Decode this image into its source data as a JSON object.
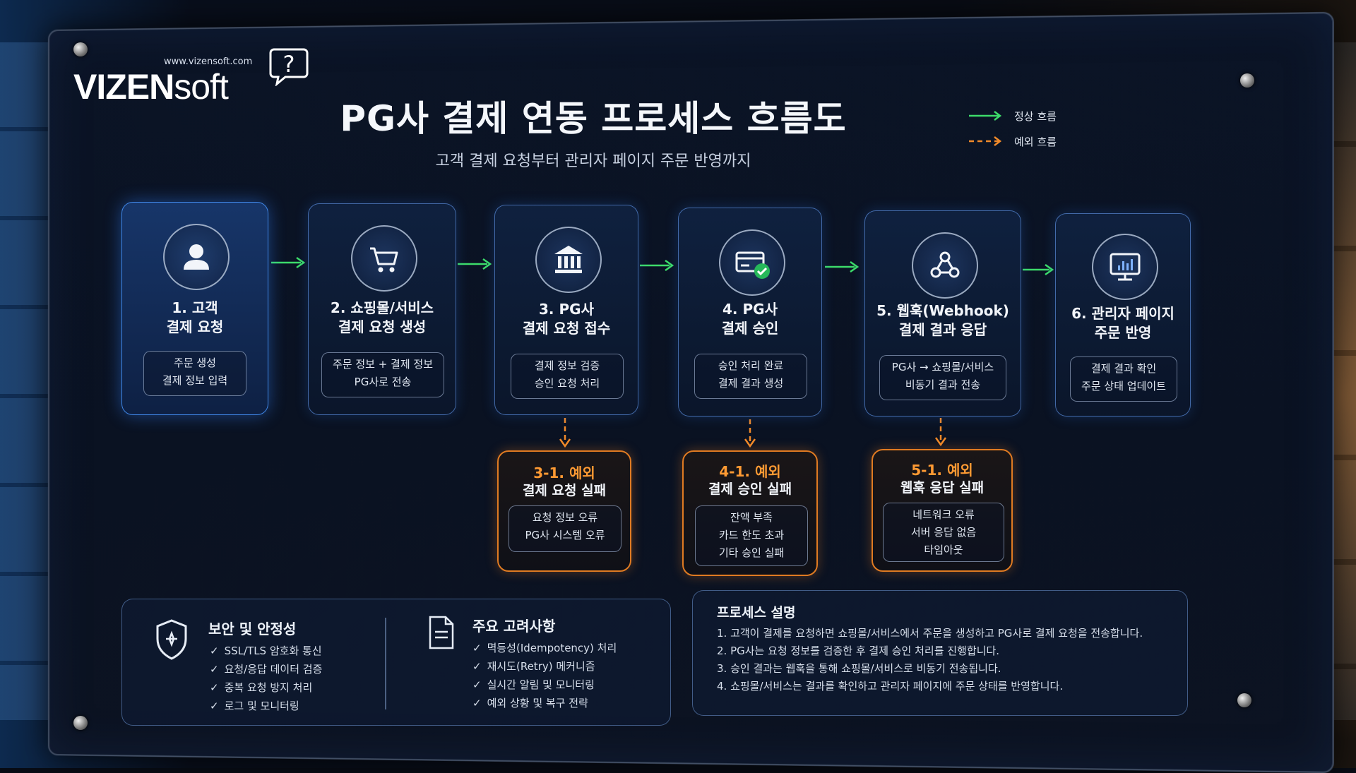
{
  "logo": {
    "url": "www.vizensoft.com",
    "word_bold": "VIZEN",
    "word_light": "soft",
    "bubble": "?"
  },
  "title": "PG사 결제 연동 프로세스 흐름도",
  "subtitle": "고객 결제 요청부터 관리자 페이지 주문 반영까지",
  "legend": {
    "normal": "정상 흐름",
    "exception": "예외 흐름",
    "normal_color": "#3ddc6a",
    "exception_color": "#f08a2a"
  },
  "steps": [
    {
      "title1": "1. 고객",
      "title2": "결제 요청",
      "icon": "user-icon",
      "line1": "주문 생성",
      "line2": "결제 정보 입력"
    },
    {
      "title1": "2. 쇼핑몰/서비스",
      "title2": "결제 요청 생성",
      "icon": "cart-icon",
      "line1": "주문 정보 + 결제 정보",
      "line2": "PG사로 전송"
    },
    {
      "title1": "3. PG사",
      "title2": "결제 요청 접수",
      "icon": "bank-icon",
      "line1": "결제 정보 검증",
      "line2": "승인 요청 처리"
    },
    {
      "title1": "4. PG사",
      "title2": "결제 승인",
      "icon": "card-check-icon",
      "line1": "승인 처리 완료",
      "line2": "결제 결과 생성"
    },
    {
      "title1": "5. 웹훅(Webhook)",
      "title2": "결제 결과 응답",
      "icon": "webhook-icon",
      "line1": "PG사 → 쇼핑몰/서비스",
      "line2": "비동기 결과 전송"
    },
    {
      "title1": "6. 관리자 페이지",
      "title2": "주문 반영",
      "icon": "monitor-chart-icon",
      "line1": "결제 결과 확인",
      "line2": "주문 상태 업데이트"
    }
  ],
  "exceptions": [
    {
      "num": "3-1. 예외",
      "title": "결제 요청 실패",
      "lines": [
        "요청 정보 오류",
        "PG사 시스템 오류"
      ]
    },
    {
      "num": "4-1. 예외",
      "title": "결제 승인 실패",
      "lines": [
        "잔액 부족",
        "카드 한도 초과",
        "기타 승인 실패"
      ]
    },
    {
      "num": "5-1. 예외",
      "title": "웹훅 응답 실패",
      "lines": [
        "네트워크 오류",
        "서버 응답 없음",
        "타임아웃"
      ]
    }
  ],
  "security": {
    "title": "보안 및 안정성",
    "items": [
      "SSL/TLS 암호화 통신",
      "요청/응답 데이터 검증",
      "중복 요청 방지 처리",
      "로그 및 모니터링"
    ]
  },
  "considerations": {
    "title": "주요 고려사항",
    "items": [
      "멱등성(Idempotency) 처리",
      "재시도(Retry) 메커니즘",
      "실시간 알림 및 모니터링",
      "예외 상황 및 복구 전략"
    ]
  },
  "process": {
    "title": "프로세스 설명",
    "items": [
      "1.  고객이 결제를 요청하면 쇼핑몰/서비스에서 주문을 생성하고 PG사로 결제 요청을 전송합니다.",
      "2.  PG사는 요청 정보를 검증한 후 결제 승인 처리를 진행합니다.",
      "3.  승인 결과는 웹훅을 통해 쇼핑몰/서비스로 비동기 전송됩니다.",
      "4.  쇼핑몰/서비스는 결과를 확인하고 관리자 페이지에 주문 상태를 반영합니다."
    ]
  }
}
